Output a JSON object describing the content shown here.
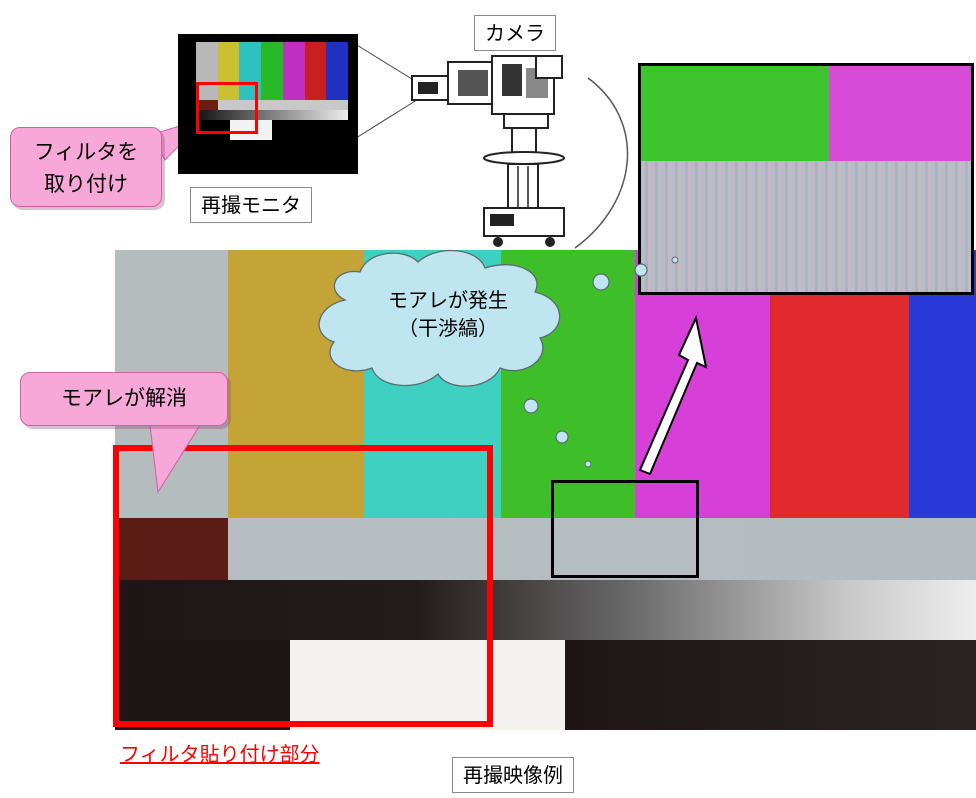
{
  "camera_label": "カメラ",
  "monitor_label": "再撮モニタ",
  "callout_filter": [
    "フィルタを",
    "取り付け"
  ],
  "callout_moire_resolved": "モアレが解消",
  "cloud_text": [
    "モアレが発生",
    "（干渉縞）"
  ],
  "filter_caption": "フィルタ貼り付け部分",
  "example_label": "再撮映像例",
  "colors": {
    "highlight_red": "#ff0000",
    "callout_pink": "#f8a8d8",
    "cloud_blue": "#bfe6f0",
    "bar_gray": "#b4bcbe",
    "bar_yellow": "#c4a436",
    "bar_cyan": "#3ed0c0",
    "bar_green": "#3ebf2a",
    "bar_magenta": "#d640d8",
    "bar_red": "#e02a2e",
    "bar_blue": "#2a3ad8"
  }
}
